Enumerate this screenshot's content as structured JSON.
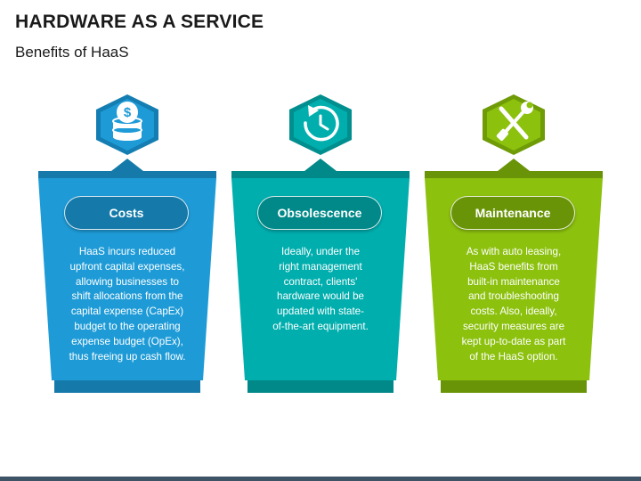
{
  "header": {
    "title": "HARDWARE AS A SERVICE",
    "subtitle": "Benefits of HaaS"
  },
  "cards": [
    {
      "label": "Costs",
      "icon": "coins-dollar-icon",
      "color": "#1e9bd7",
      "dark": "#157aa9",
      "lines": [
        "HaaS incurs reduced",
        "upfront capital expenses,",
        "allowing businesses to",
        "shift allocations from the",
        "capital expense (CapEx)",
        "budget to the operating",
        "expense budget (OpEx),",
        "thus freeing up cash flow."
      ]
    },
    {
      "label": "Obsolescence",
      "icon": "clock-refresh-icon",
      "color": "#00aeae",
      "dark": "#018888",
      "lines": [
        "Ideally, under the",
        "right management",
        "contract, clients'",
        "hardware would be",
        "updated with state-",
        "of-the-art equipment."
      ]
    },
    {
      "label": "Maintenance",
      "icon": "tools-icon",
      "color": "#8cc10e",
      "dark": "#6a9408",
      "lines": [
        "As with auto leasing,",
        "HaaS benefits from",
        "built-in maintenance",
        "and troubleshooting",
        "costs. Also, ideally,",
        "security measures are",
        "kept up-to-date as part",
        "of the HaaS option."
      ]
    }
  ]
}
